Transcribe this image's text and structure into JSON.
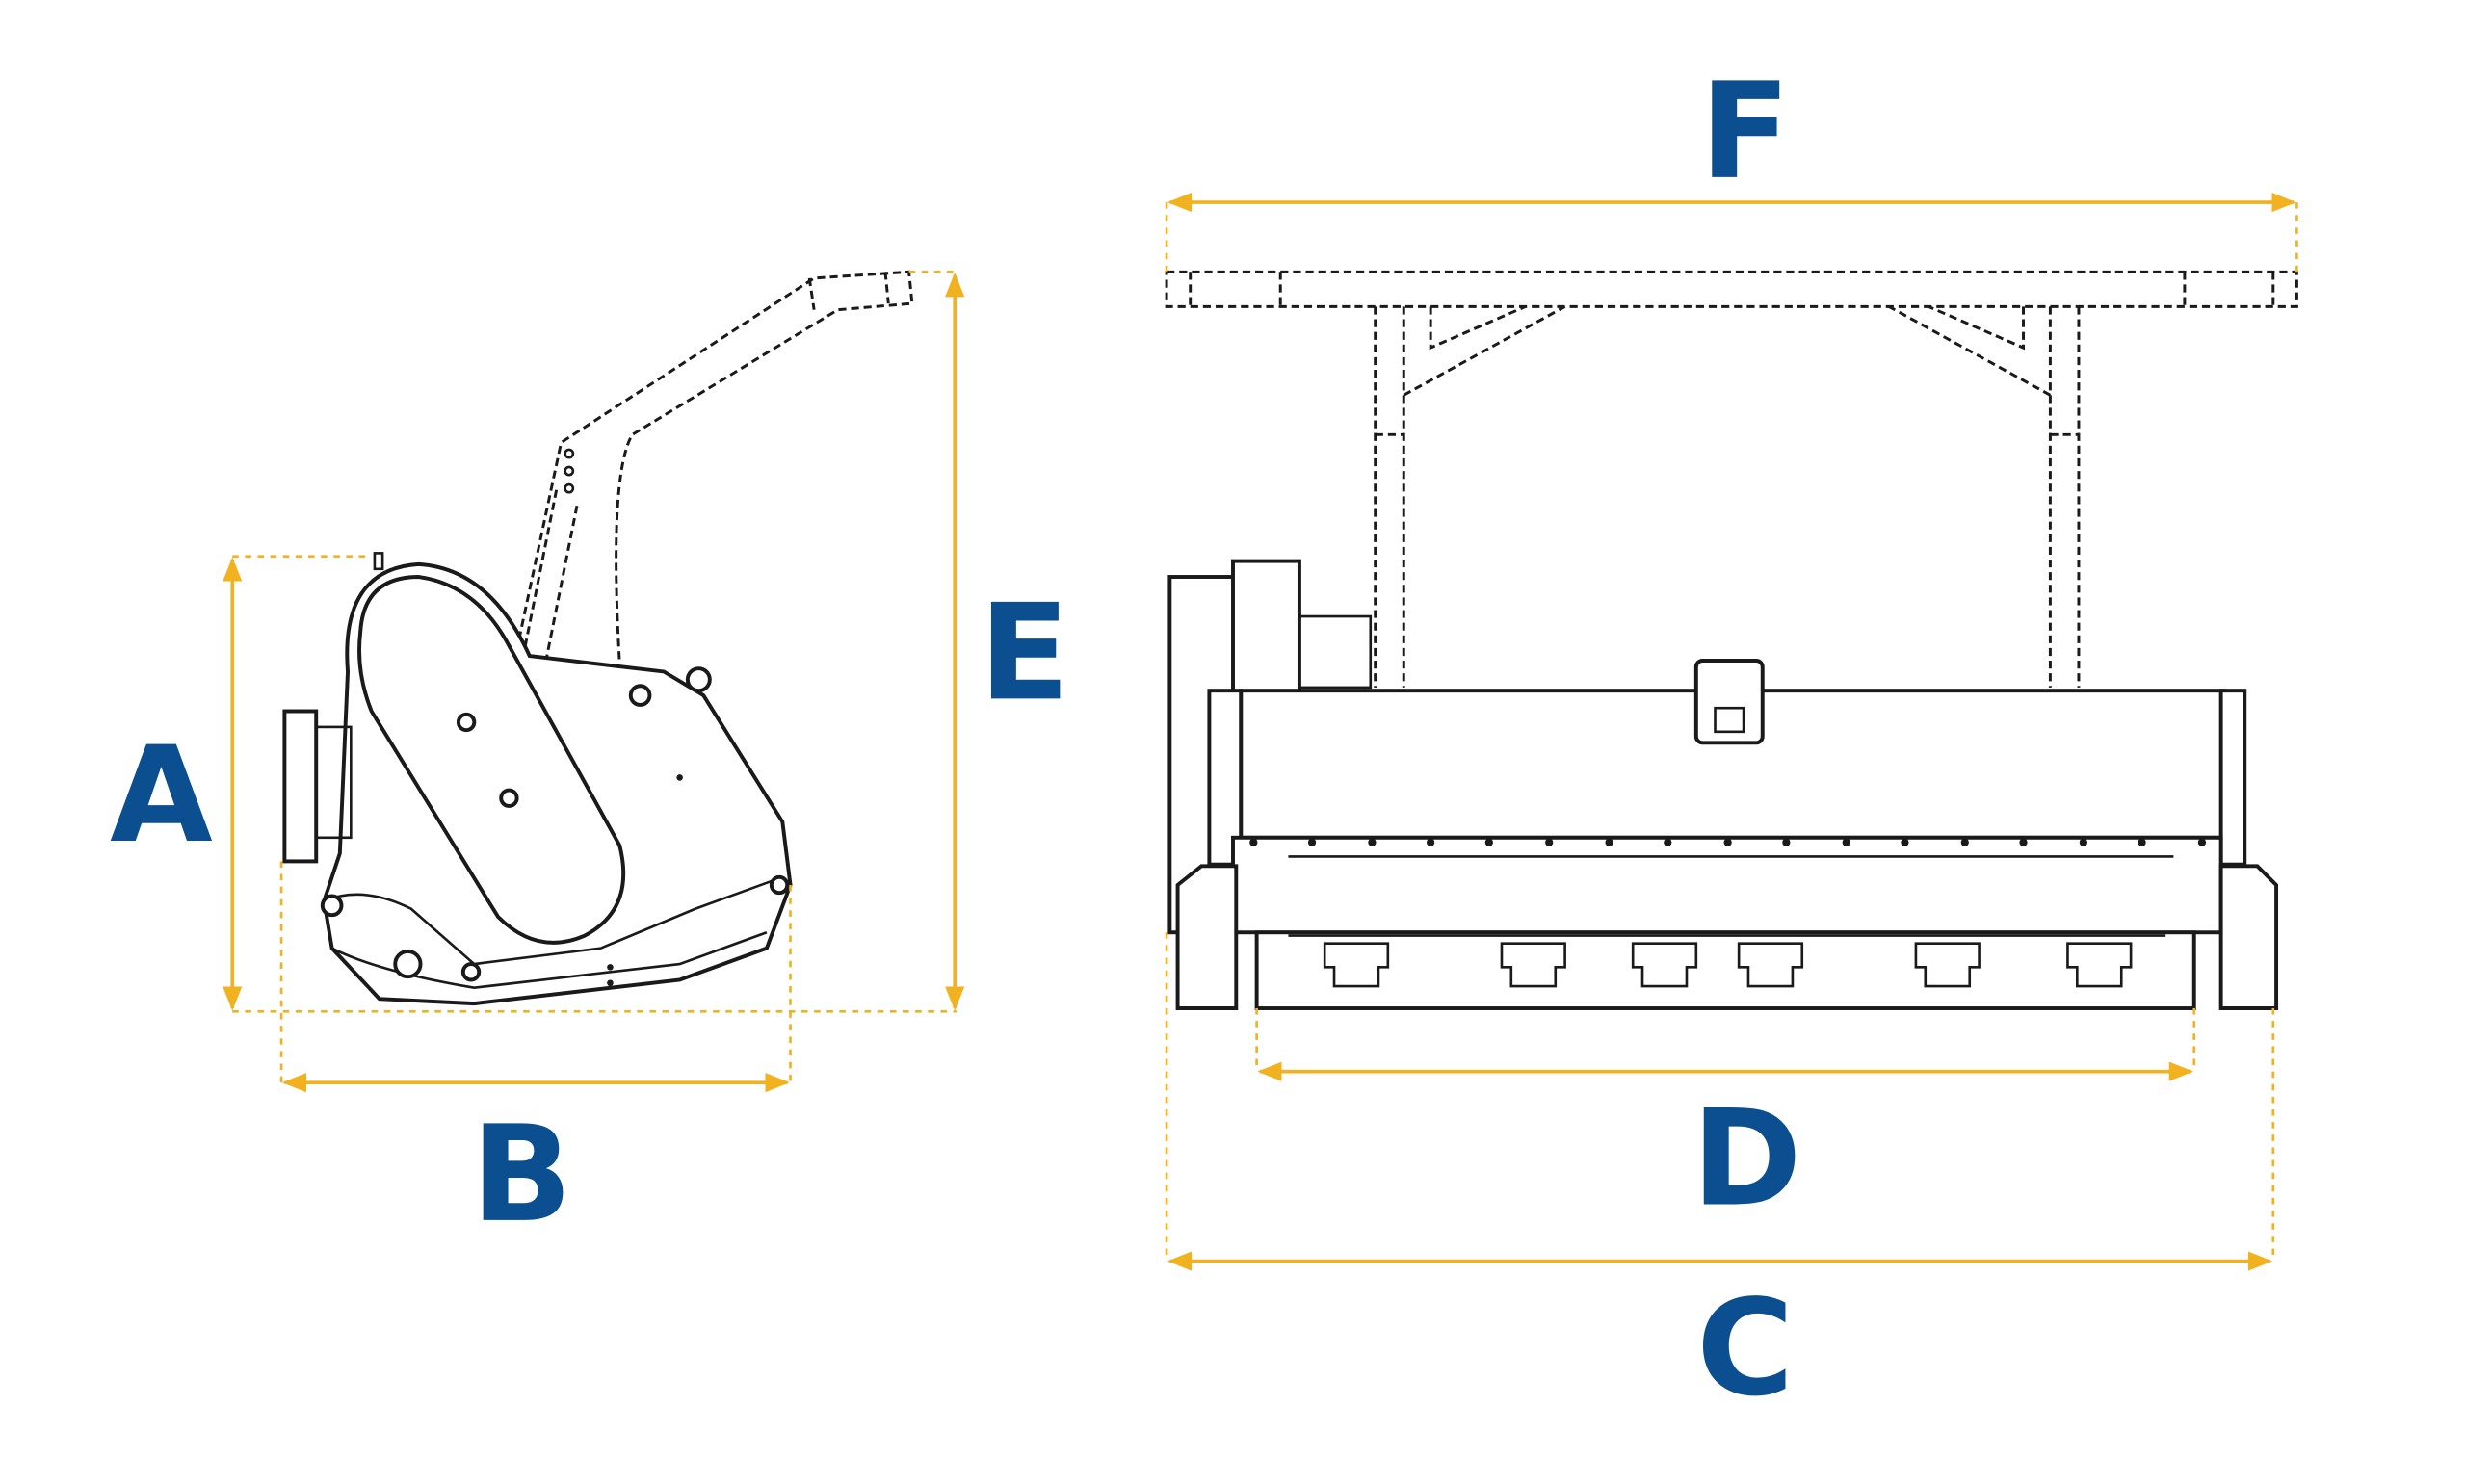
{
  "dimension_labels": {
    "a": "A",
    "b": "B",
    "c": "C",
    "d": "D",
    "e": "E",
    "f": "F"
  },
  "colors": {
    "label": "#0b4f91",
    "dimension_line": "#f2b11f",
    "drawing": "#1a1a1a"
  }
}
